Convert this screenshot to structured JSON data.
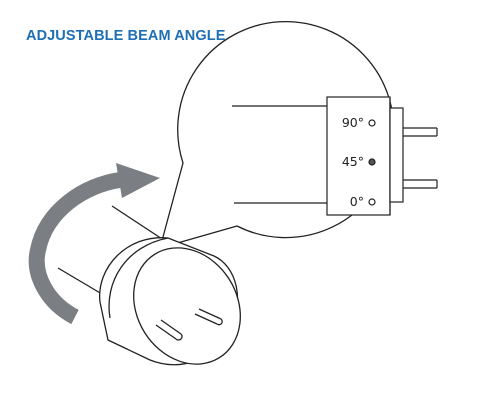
{
  "title": "ADJUSTABLE BEAM ANGLE",
  "colors": {
    "title": "#1f6fb5",
    "arrow": "#7b7f84",
    "line": "#222222"
  },
  "beam_angles": [
    {
      "label": "90°",
      "selected": false
    },
    {
      "label": "45°",
      "selected": true
    },
    {
      "label": "0°",
      "selected": false
    }
  ],
  "icons": {
    "rotation": "curved-arrow-icon"
  }
}
